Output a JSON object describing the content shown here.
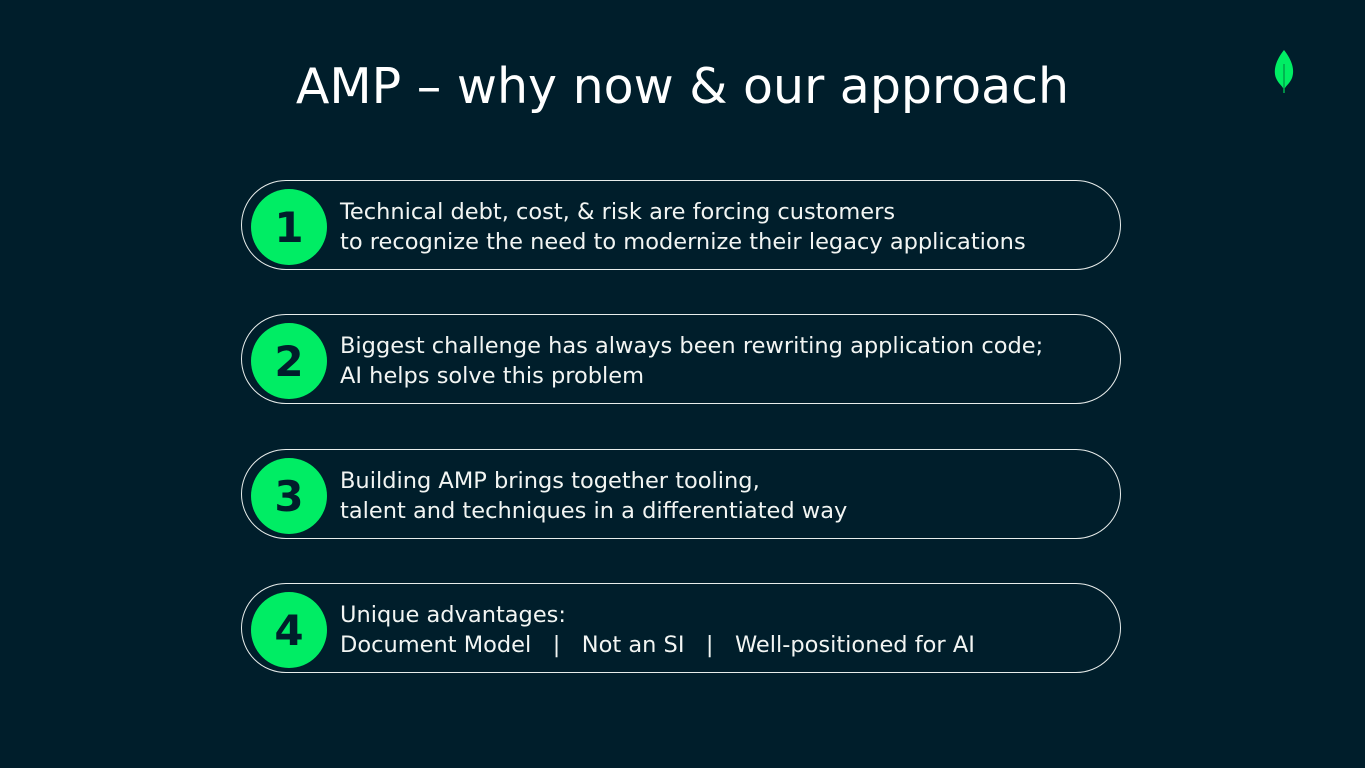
{
  "title": "AMP – why now & our approach",
  "logo": "leaf-icon",
  "colors": {
    "background": "#001e2b",
    "accent": "#00ed64"
  },
  "items": [
    {
      "number": "1",
      "line1": "Technical debt, cost, & risk are forcing customers",
      "line2": "to recognize the need to modernize their legacy applications"
    },
    {
      "number": "2",
      "line1": "Biggest challenge has always been rewriting application code;",
      "line2": "AI helps solve this problem"
    },
    {
      "number": "3",
      "line1": "Building AMP brings together tooling,",
      "line2": "talent and techniques in a differentiated way"
    },
    {
      "number": "4",
      "line1": "Unique advantages:",
      "line2": "Document Model   |   Not an SI   |   Well-positioned for AI"
    }
  ]
}
